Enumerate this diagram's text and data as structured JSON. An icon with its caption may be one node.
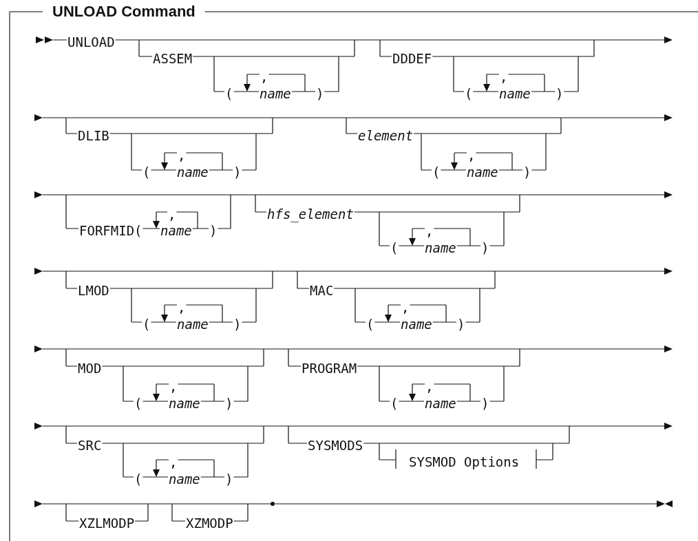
{
  "diagram": {
    "title": "UNLOAD Command",
    "labels": [
      "UNLOAD",
      "ASSEM",
      "DDDEF",
      ",",
      ",",
      "(",
      "name",
      ")",
      "(",
      "name",
      ")",
      "DLIB",
      "element",
      ",",
      ",",
      "(",
      "name",
      ")",
      "(",
      "name",
      ")",
      "hfs_element",
      ",",
      "FORFMID(",
      "name",
      ")",
      ",",
      "(",
      "name",
      ")",
      "LMOD",
      "MAC",
      ",",
      ",",
      "(",
      "name",
      ")",
      "(",
      "name",
      ")",
      "MOD",
      "PROGRAM",
      ",",
      ",",
      "(",
      "name",
      ")",
      "(",
      "name",
      ")",
      "SRC",
      "SYSMODS",
      "SYSMOD Options",
      ",",
      "(",
      "name",
      ")",
      "XZLMODP",
      "XZMODP"
    ]
  }
}
